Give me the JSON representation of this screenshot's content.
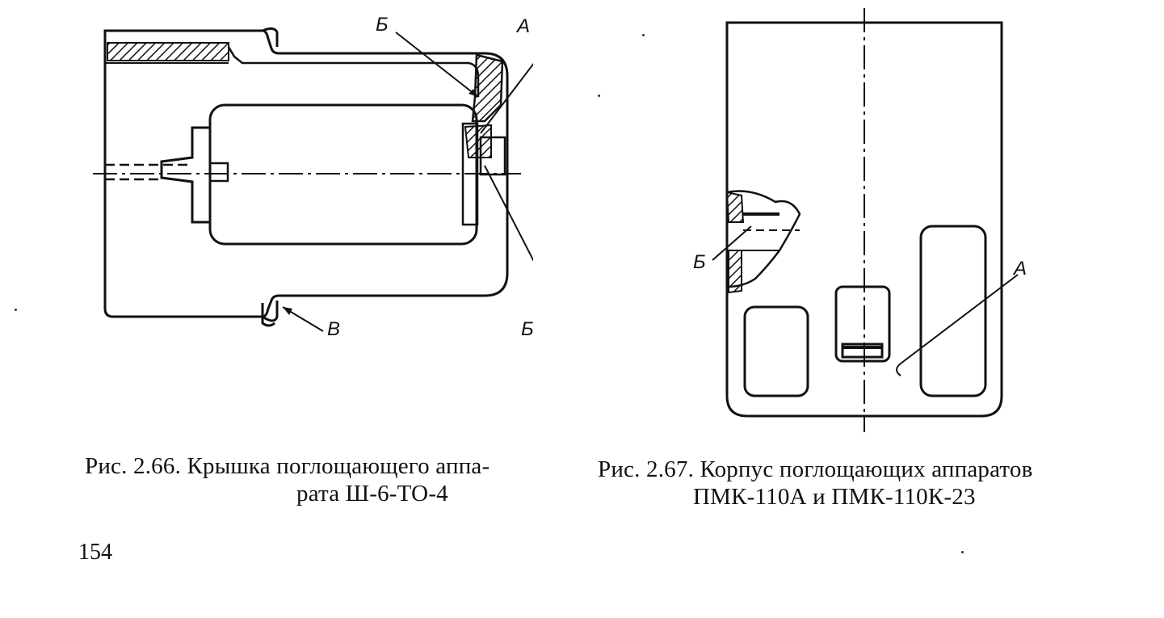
{
  "figure_66": {
    "labels": {
      "b_top": "Б",
      "a": "А",
      "b_bottom": "Б",
      "v": "В"
    },
    "caption": {
      "line1": "Рис. 2.66. Крышка поглощающего аппа-",
      "line2": "рата Ш-6-ТО-4"
    }
  },
  "figure_67": {
    "labels": {
      "b": "Б",
      "a": "А"
    },
    "caption": {
      "line1": "Рис. 2.67. Корпус поглощающих аппаратов",
      "line2": "ПМК-110А и ПМК-110К-23"
    }
  },
  "page_number": "154",
  "colors": {
    "ink": "#111111",
    "paper": "#ffffff"
  }
}
